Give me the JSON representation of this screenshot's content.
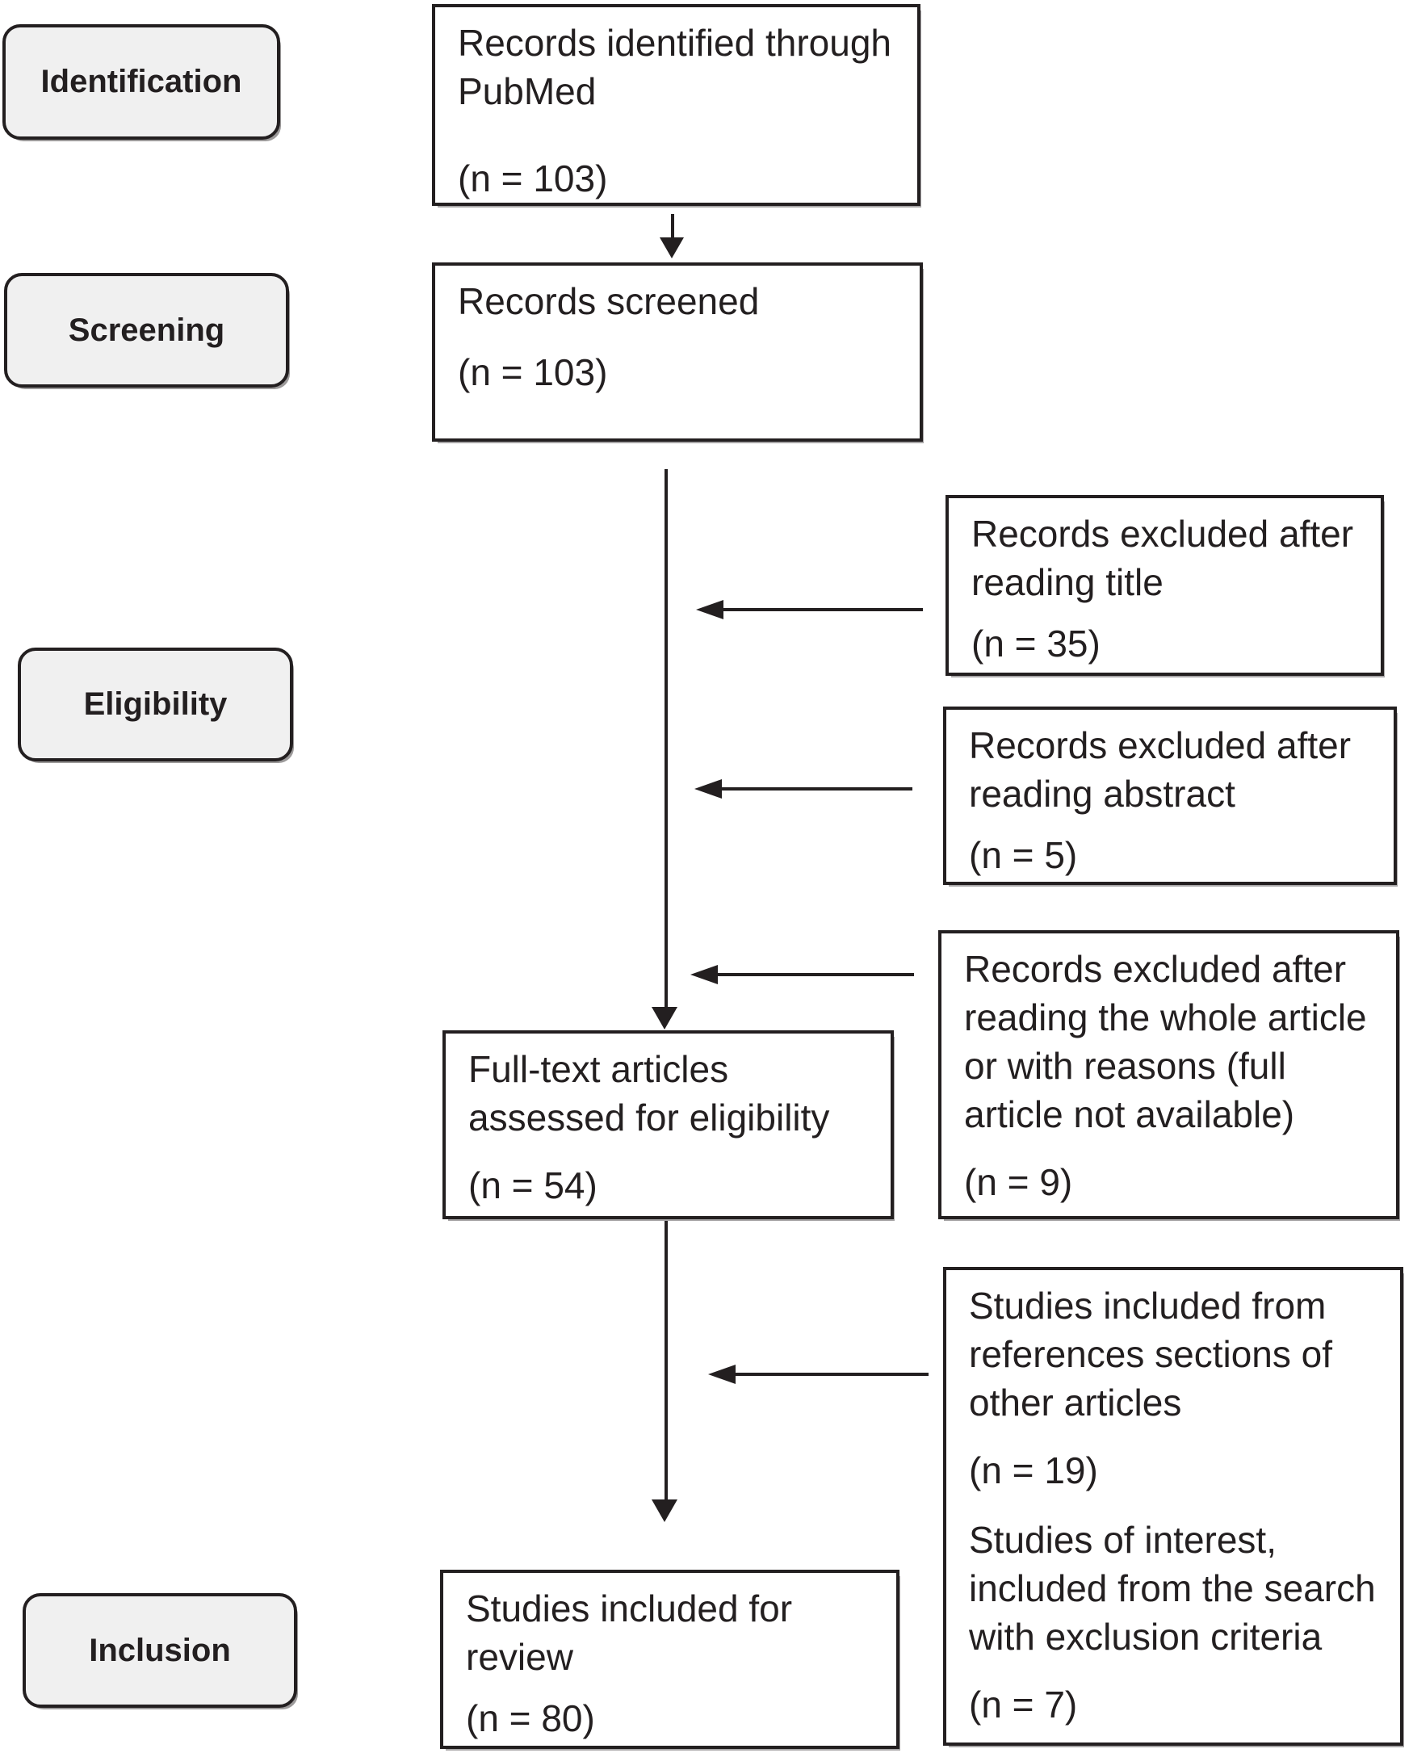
{
  "stages": [
    {
      "label": "Identification"
    },
    {
      "label": "Screening"
    },
    {
      "label": "Eligibility"
    },
    {
      "label": "Inclusion"
    }
  ],
  "main": [
    {
      "lines": [
        "Records identified through",
        "PubMed"
      ],
      "count": "(n = 103)"
    },
    {
      "lines": [
        "Records screened"
      ],
      "count": "(n = 103)"
    },
    {
      "lines": [
        "Full-text articles",
        "assessed for eligibility"
      ],
      "count": "(n = 54)"
    },
    {
      "lines": [
        "Studies included for",
        "review"
      ],
      "count": "(n = 80)"
    }
  ],
  "side": [
    {
      "lines": [
        "Records excluded after",
        "reading title"
      ],
      "count": "(n = 35)"
    },
    {
      "lines": [
        "Records excluded after",
        "reading abstract"
      ],
      "count": "(n = 5)"
    },
    {
      "lines": [
        "Records excluded after",
        "reading the whole article",
        "or with reasons (full",
        "article not available)"
      ],
      "count": "(n = 9)"
    },
    {
      "paragraphs": [
        {
          "lines": [
            "Studies included from",
            "references sections of",
            "other articles"
          ],
          "count": "(n = 19)"
        },
        {
          "lines": [
            "Studies of interest,",
            "included from the search",
            "with exclusion criteria"
          ],
          "count": "(n = 7)"
        }
      ]
    }
  ],
  "colors": {
    "background": "#ffffff",
    "box_fill": "#ffffff",
    "stage_fill": "#f0f0f0",
    "border": "#231f20",
    "text": "#231f20"
  }
}
